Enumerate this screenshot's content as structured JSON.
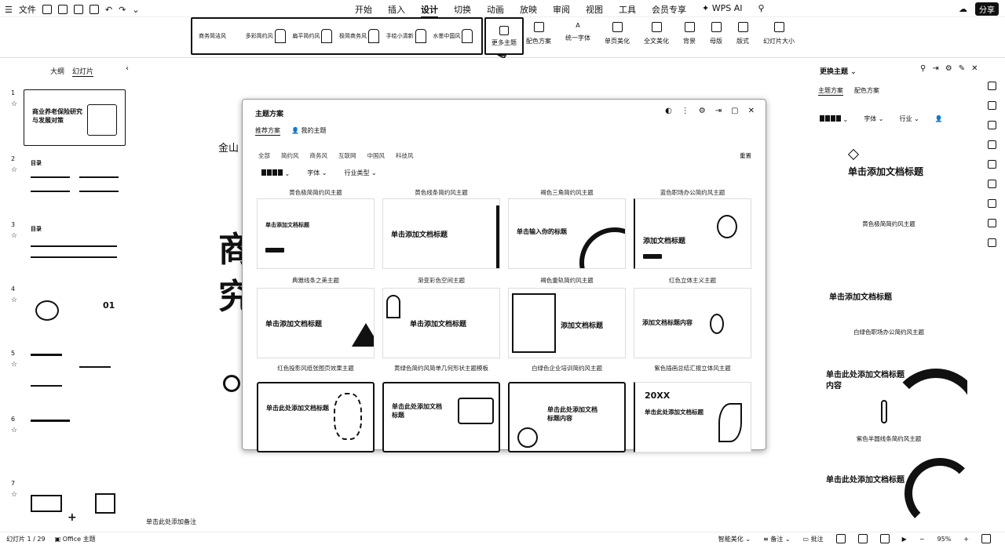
{
  "menubar": {
    "file": "文件",
    "tabs": [
      "开始",
      "插入",
      "设计",
      "切换",
      "动画",
      "放映",
      "审阅",
      "视图",
      "工具",
      "会员专享"
    ],
    "active_tab": "设计",
    "wps_ai": "WPS AI",
    "share": "分享"
  },
  "ribbon": {
    "gallery": [
      "商务简洁风",
      "多彩简约风",
      "扁平简约风",
      "极简商务风",
      "手绘小清新",
      "水墨中国风"
    ],
    "more_themes": "更多主题",
    "tools": [
      "配色方案",
      "统一字体",
      "单页美化",
      "全文美化",
      "背景",
      "母版",
      "版式",
      "幻灯片大小"
    ]
  },
  "left_panel": {
    "tabs": [
      "大纲",
      "幻灯片"
    ],
    "active_tab": "幻灯片",
    "slides": [
      {
        "num": "1",
        "title": "商业养老保险研究与发展对策"
      },
      {
        "num": "2",
        "title": "目录"
      },
      {
        "num": "3",
        "title": "目录"
      },
      {
        "num": "4",
        "title": "01"
      },
      {
        "num": "5",
        "title": ""
      },
      {
        "num": "6",
        "title": ""
      },
      {
        "num": "7",
        "title": ""
      }
    ]
  },
  "slide": {
    "partial_text": "金山",
    "big_1": "商",
    "big_2": "究"
  },
  "dialog": {
    "title": "主题方案",
    "tabs": [
      "推荐方案",
      "我的主题"
    ],
    "active_tab": "推荐方案",
    "categories": [
      "全部",
      "简约风",
      "商务风",
      "互联网",
      "中国风",
      "科技风"
    ],
    "reset": "重置",
    "filters": [
      "字体",
      "行业类型"
    ],
    "cards": [
      {
        "label": "黄色极简简约风主题",
        "title": "单击添加文档标题"
      },
      {
        "label": "黄色线条简约风主题",
        "title": "单击添加文档标题"
      },
      {
        "label": "褐色三角简约风主题",
        "title": "单击输入你的标题"
      },
      {
        "label": "蓝色职场办公简约风主题",
        "title": "添加文档标题"
      },
      {
        "label": "典雅线条之美主题",
        "title": "单击添加文档标题"
      },
      {
        "label": "渐变彩色空间主题",
        "title": "单击添加文档标题"
      },
      {
        "label": "褐色重轨简约风主题",
        "title": "添加文档标题"
      },
      {
        "label": "红色立体主义主题",
        "title": "添加文档标题内容"
      },
      {
        "label": "红色投影风纸张图页效果主题",
        "title": "单击此处添加文档标题"
      },
      {
        "label": "黄绿色简约风简单几何形状主题模板",
        "title": "单击此处添加文档标题"
      },
      {
        "label": "白绿色企业培训简约风主题",
        "title": "单击此处添加文档标题内容"
      },
      {
        "label": "紫色插画总结汇报立体风主题",
        "title": "单击此处添加文档标题"
      }
    ],
    "card_20xx": "20XX"
  },
  "right_panel": {
    "title": "更换主题",
    "tabs": [
      "主题方案",
      "配色方案"
    ],
    "active_tab": "主题方案",
    "filters": [
      "字体",
      "行业"
    ],
    "cards": [
      {
        "title": "单击添加文档标题",
        "label": "黄色极简简约风主题"
      },
      {
        "title": "单击添加文档标题",
        "label": "白绿色职场办公简约风主题"
      },
      {
        "title": "单击此处添加文档标题内容",
        "label": "紫色半圆线条简约风主题"
      },
      {
        "title": "单击此处添加文档标题",
        "label": ""
      }
    ]
  },
  "notes": "单击此处添加备注",
  "statusbar": {
    "slide_count": "幻灯片 1 / 29",
    "theme": "Office 主题",
    "smart": "智能美化",
    "notes": "备注",
    "comments": "批注",
    "zoom": "95%"
  }
}
